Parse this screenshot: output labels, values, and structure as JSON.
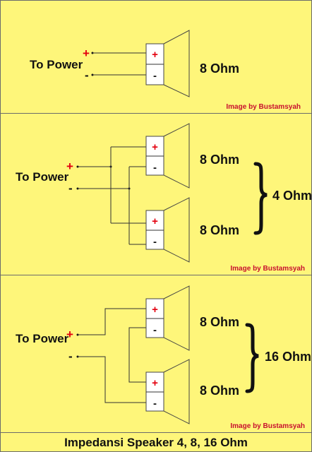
{
  "sections": [
    {
      "to_power": "To Power",
      "plus": "+",
      "minus": "-",
      "speakers": [
        {
          "label": "8 Ohm",
          "terminal_plus": "+",
          "terminal_minus": "-"
        }
      ],
      "credit": "Image by Bustamsyah"
    },
    {
      "to_power": "To Power",
      "plus": "+",
      "minus": "-",
      "speakers": [
        {
          "label": "8 Ohm",
          "terminal_plus": "+",
          "terminal_minus": "-"
        },
        {
          "label": "8 Ohm",
          "terminal_plus": "+",
          "terminal_minus": "-"
        }
      ],
      "total": "4 Ohm",
      "credit": "Image by Bustamsyah"
    },
    {
      "to_power": "To Power",
      "plus": "+",
      "minus": "-",
      "speakers": [
        {
          "label": "8 Ohm",
          "terminal_plus": "+",
          "terminal_minus": "-"
        },
        {
          "label": "8 Ohm",
          "terminal_plus": "+",
          "terminal_minus": "-"
        }
      ],
      "total": "16 Ohm",
      "credit": "Image by Bustamsyah"
    }
  ],
  "footer_title": "Impedansi Speaker 4, 8, 16 Ohm",
  "colors": {
    "background": "#fef67a",
    "positive": "#e3000f",
    "credit": "#c8102e",
    "text": "#111111"
  }
}
